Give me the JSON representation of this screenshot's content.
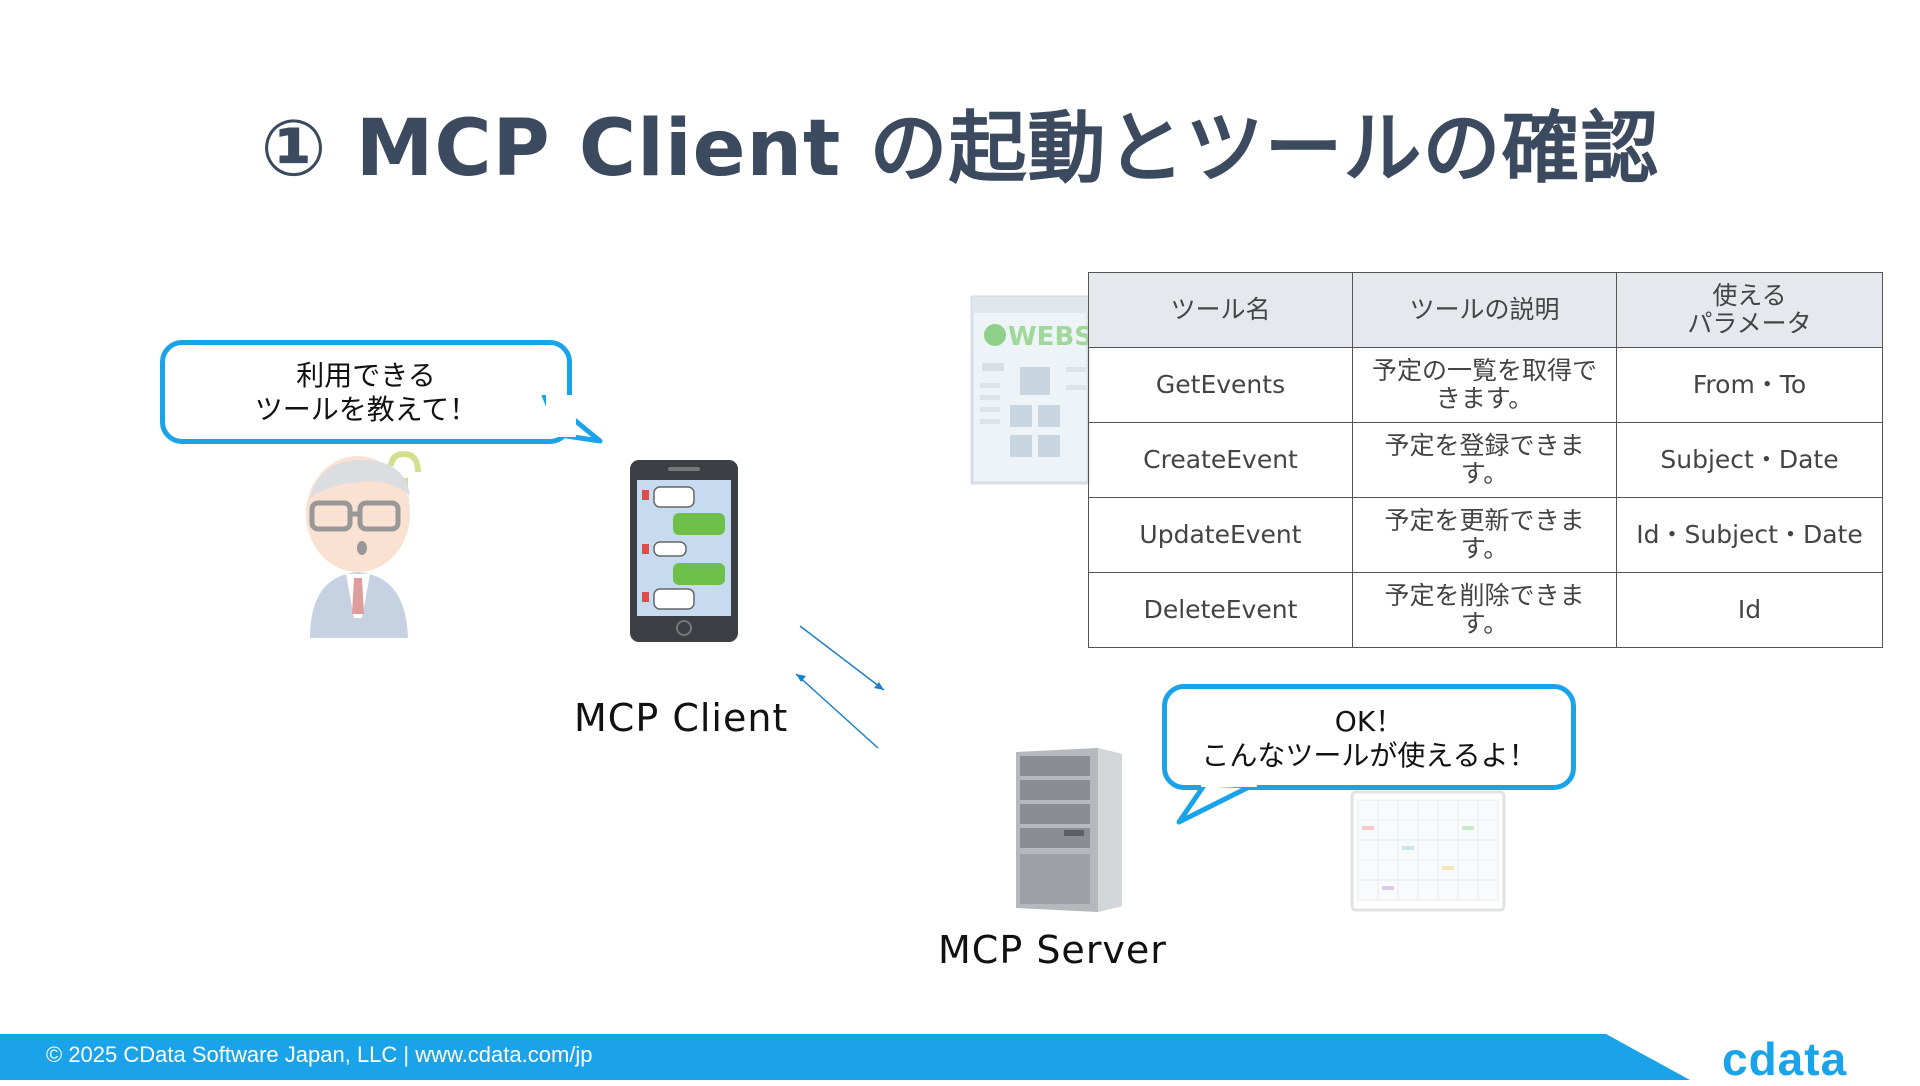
{
  "title": "① MCP Client の起動とツールの確認",
  "user_bubble": {
    "line1": "利用できる",
    "line2": "ツールを教えて！"
  },
  "server_bubble": {
    "line1": "OK！",
    "line2": "こんなツールが使えるよ！"
  },
  "client_label": "MCP Client",
  "server_label": "MCP Server",
  "website_text": "WEBS",
  "table": {
    "headers": [
      "ツール名",
      "ツールの説明",
      "使える\nパラメータ"
    ],
    "rows": [
      [
        "GetEvents",
        "予定の一覧を取得で\nきます。",
        "From・To"
      ],
      [
        "CreateEvent",
        "予定を登録できます。",
        "Subject・Date"
      ],
      [
        "UpdateEvent",
        "予定を更新できます。",
        "Id・Subject・Date"
      ],
      [
        "DeleteEvent",
        "予定を削除できます。",
        "Id"
      ]
    ]
  },
  "footer": {
    "copyright": "© 2025 CData Software Japan, LLC |  www.cdata.com/jp",
    "logo": "cdata"
  },
  "colors": {
    "accent": "#1aa3e8",
    "title": "#3b4a5e",
    "header_bg": "#e5e9ee"
  }
}
